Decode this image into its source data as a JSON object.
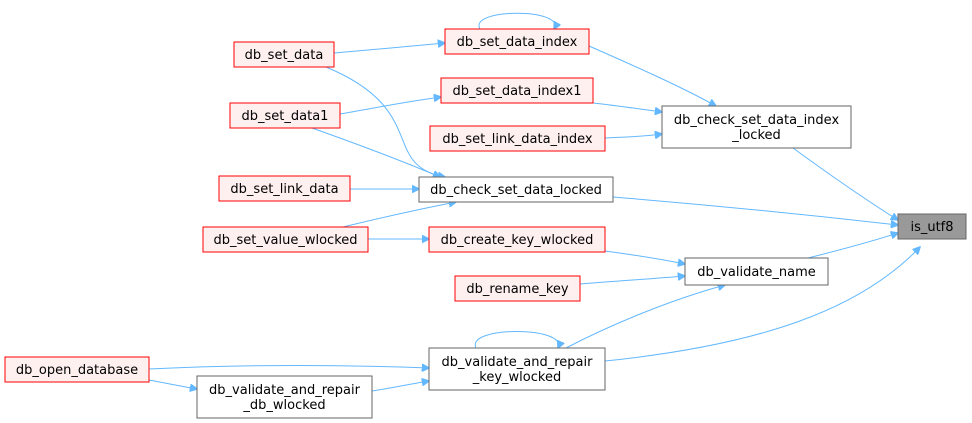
{
  "graph": {
    "nodes": [
      {
        "id": "db_set_data_index",
        "lines": [
          "db_set_data_index"
        ],
        "style": "red"
      },
      {
        "id": "db_set_data",
        "lines": [
          "db_set_data"
        ],
        "style": "red"
      },
      {
        "id": "db_set_data_index1",
        "lines": [
          "db_set_data_index1"
        ],
        "style": "red"
      },
      {
        "id": "db_set_data1",
        "lines": [
          "db_set_data1"
        ],
        "style": "red"
      },
      {
        "id": "db_set_link_data_index",
        "lines": [
          "db_set_link_data_index"
        ],
        "style": "red"
      },
      {
        "id": "db_check_set_data_index_locked",
        "lines": [
          "db_check_set_data_index",
          "_locked"
        ],
        "style": "gray"
      },
      {
        "id": "db_set_link_data",
        "lines": [
          "db_set_link_data"
        ],
        "style": "red"
      },
      {
        "id": "db_check_set_data_locked",
        "lines": [
          "db_check_set_data_locked"
        ],
        "style": "gray"
      },
      {
        "id": "is_utf8",
        "lines": [
          "is_utf8"
        ],
        "style": "focus"
      },
      {
        "id": "db_set_value_wlocked",
        "lines": [
          "db_set_value_wlocked"
        ],
        "style": "red"
      },
      {
        "id": "db_create_key_wlocked",
        "lines": [
          "db_create_key_wlocked"
        ],
        "style": "red"
      },
      {
        "id": "db_validate_name",
        "lines": [
          "db_validate_name"
        ],
        "style": "gray"
      },
      {
        "id": "db_rename_key",
        "lines": [
          "db_rename_key"
        ],
        "style": "red"
      },
      {
        "id": "db_open_database",
        "lines": [
          "db_open_database"
        ],
        "style": "red"
      },
      {
        "id": "db_validate_and_repair_key_wlocked",
        "lines": [
          "db_validate_and_repair",
          "_key_wlocked"
        ],
        "style": "gray"
      },
      {
        "id": "db_validate_and_repair_db_wlocked",
        "lines": [
          "db_validate_and_repair",
          "_db_wlocked"
        ],
        "style": "gray"
      }
    ],
    "edges": [
      {
        "from": "db_set_data",
        "to": "db_set_data_index"
      },
      {
        "from": "db_set_data_index",
        "to": "db_set_data_index"
      },
      {
        "from": "db_set_data_index",
        "to": "db_check_set_data_index_locked"
      },
      {
        "from": "db_set_data1",
        "to": "db_set_data_index1"
      },
      {
        "from": "db_set_data_index1",
        "to": "db_check_set_data_index_locked"
      },
      {
        "from": "db_set_link_data_index",
        "to": "db_check_set_data_index_locked"
      },
      {
        "from": "db_check_set_data_index_locked",
        "to": "is_utf8"
      },
      {
        "from": "db_set_data",
        "to": "db_check_set_data_locked"
      },
      {
        "from": "db_set_data1",
        "to": "db_check_set_data_locked"
      },
      {
        "from": "db_set_link_data",
        "to": "db_check_set_data_locked"
      },
      {
        "from": "db_set_value_wlocked",
        "to": "db_check_set_data_locked"
      },
      {
        "from": "db_check_set_data_locked",
        "to": "is_utf8"
      },
      {
        "from": "db_set_value_wlocked",
        "to": "db_create_key_wlocked"
      },
      {
        "from": "db_create_key_wlocked",
        "to": "db_validate_name"
      },
      {
        "from": "db_rename_key",
        "to": "db_validate_name"
      },
      {
        "from": "db_validate_name",
        "to": "is_utf8"
      },
      {
        "from": "db_validate_and_repair_key_wlocked",
        "to": "db_validate_name"
      },
      {
        "from": "db_validate_and_repair_key_wlocked",
        "to": "db_validate_and_repair_key_wlocked"
      },
      {
        "from": "db_validate_and_repair_key_wlocked",
        "to": "is_utf8"
      },
      {
        "from": "db_open_database",
        "to": "db_validate_and_repair_key_wlocked"
      },
      {
        "from": "db_open_database",
        "to": "db_validate_and_repair_db_wlocked"
      },
      {
        "from": "db_validate_and_repair_db_wlocked",
        "to": "db_validate_and_repair_key_wlocked"
      }
    ]
  },
  "colors": {
    "edge": "#63b8ff",
    "red_fill": "#fff0f0",
    "red_border": "#ff0000",
    "gray_fill": "#ffffff",
    "gray_border": "#666666",
    "focus_fill": "#999999",
    "focus_border": "#666666"
  }
}
